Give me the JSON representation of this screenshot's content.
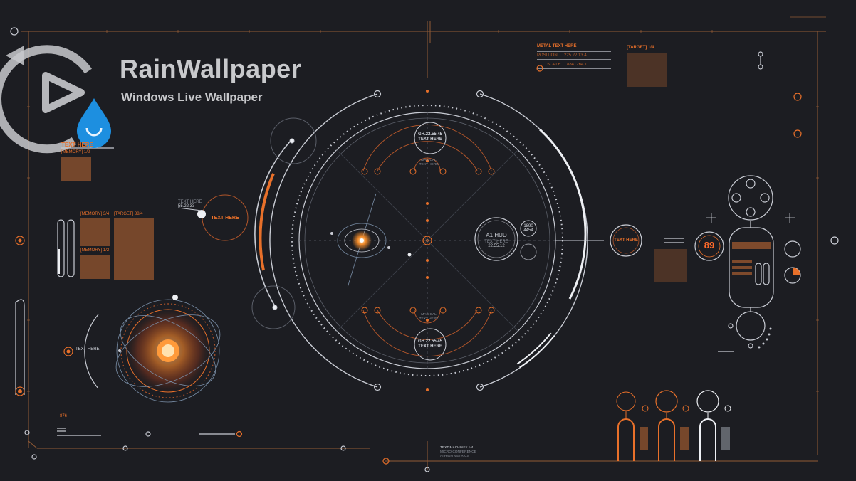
{
  "app": {
    "title": "RainWallpaper",
    "subtitle": "Windows Live Wallpaper",
    "logo_icon": "play-refresh-drop-icon"
  },
  "top_right_panel": {
    "heading": "METAL TEXT HERE",
    "position_label": "POSITION",
    "position_value": "225.22.13.4",
    "scale_label": "SCALE",
    "scale_value": "8841264.11",
    "target": "[TARGET] 1/4"
  },
  "left_panel": {
    "text_here": "TEXT HERE",
    "memory_1": "[MEMORY] 1/2",
    "memory_2": "[MEMORY] 3/4",
    "target": "[TARGET] 88/4",
    "memory_3": "[MEMORY] 1/2",
    "bubble_label": "TEXT HERE",
    "bubble_coord_label": "TEXT HERE",
    "bubble_coord": "55.22.33",
    "small_label": "TEXT HERE",
    "code": "876"
  },
  "main_ring": {
    "top_coord": "GH.22.55.45",
    "top_text": "TEXT HERE",
    "bottom_coord": "GH.22.55.45",
    "bottom_text": "TEXT HERE",
    "inner_top_label": "MAGICAL",
    "inner_top_sub": "TEXT HERE",
    "inner_bottom_label": "MAGICAL",
    "inner_bottom_sub": "TEXT HERE",
    "hud_title": "A1 HUD",
    "hud_text": "TEXT HERE",
    "hud_coord": "22.55.12",
    "small_num_1": "1890",
    "small_num_2": "4454"
  },
  "right_panel": {
    "ring_label": "TEXT HERE",
    "counter": "89"
  },
  "bottom_center": {
    "line1": "TEXT MACHINE / 1/4",
    "line2": "MICRO CONFERENCE",
    "line3": "AI HIGH METRICS"
  },
  "colors": {
    "background": "#1c1d22",
    "accent": "#e8702a",
    "line": "#c9ccd4",
    "dim_line": "#5a5e68",
    "brand_text": "#c8c9cc"
  }
}
